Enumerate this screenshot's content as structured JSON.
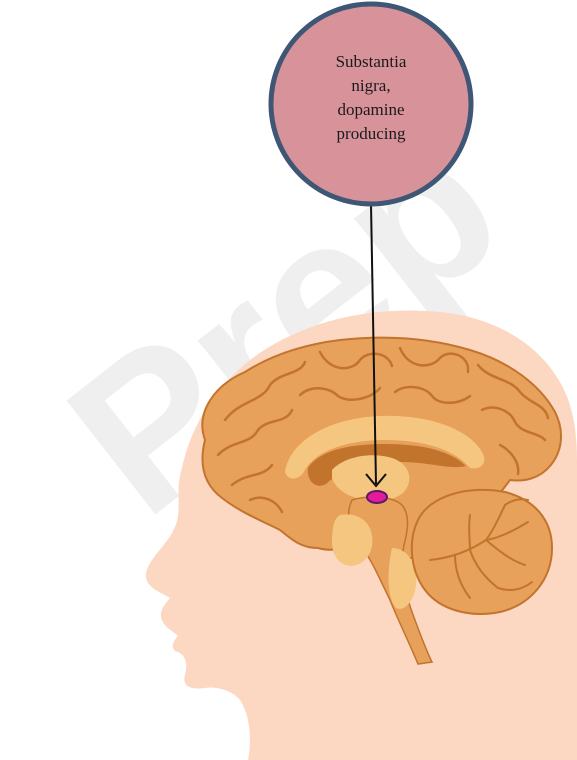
{
  "watermark": "Prep",
  "callout": {
    "lines": [
      "Substantia",
      "nigra,",
      "dopamine",
      "producing"
    ],
    "fill_color": "#d8939a",
    "border_color": "#3f5675"
  },
  "colors": {
    "skin": "#fcd7c2",
    "brain_fill": "#e8a15a",
    "brain_dark": "#c2742d",
    "brain_light": "#f4c680",
    "highlight": "#e21a9c",
    "arrow": "#111111"
  },
  "icons": {
    "head": "head-silhouette-icon",
    "brain": "brain-sagittal-icon",
    "marker": "substantia-nigra-marker-icon"
  }
}
